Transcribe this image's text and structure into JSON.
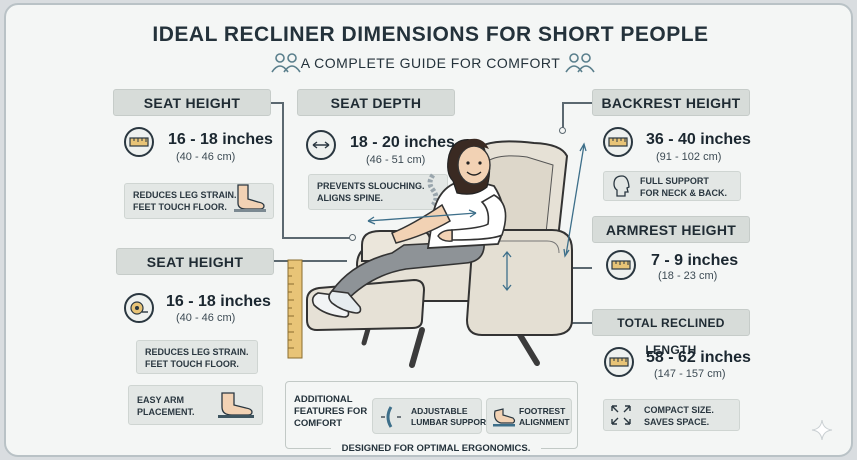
{
  "header": {
    "title": "IDEAL RECLINER DIMENSIONS FOR SHORT PEOPLE",
    "subtitle": "A COMPLETE GUIDE FOR COMFORT"
  },
  "seat_height_top": {
    "label": "SEAT HEIGHT",
    "inches": "16 - 18 inches",
    "cm": "(40 - 46 cm)",
    "note_line1": "REDUCES LEG STRAIN.",
    "note_line2": "FEET TOUCH FLOOR."
  },
  "seat_depth": {
    "label": "SEAT DEPTH",
    "inches": "18 - 20 inches",
    "cm": "(46 - 51 cm)",
    "note_line1": "PREVENTS SLOUCHING.",
    "note_line2": "ALIGNS SPINE."
  },
  "backrest_height": {
    "label": "BACKREST HEIGHT",
    "inches": "36 - 40 inches",
    "cm": "(91 - 102 cm)",
    "note_line1": "FULL SUPPORT",
    "note_line2": "FOR NECK & BACK."
  },
  "armrest_height": {
    "label": "ARMREST HEIGHT",
    "inches": "7 - 9 inches",
    "cm": "(18 - 23 cm)"
  },
  "seat_height_bottom": {
    "label": "SEAT HEIGHT",
    "inches": "16 - 18 inches",
    "cm": "(40 - 46 cm)",
    "note_line1": "REDUCES LEG STRAIN.",
    "note_line2": "FEET TOUCH FLOOR.",
    "arm_note_line1": "EASY ARM",
    "arm_note_line2": "PLACEMENT."
  },
  "total_reclined_length": {
    "label": "TOTAL RECLINED LENGTH",
    "inches": "58 - 62 inches",
    "cm": "(147 - 157 cm)",
    "note_line1": "COMPACT SIZE.",
    "note_line2": "SAVES SPACE."
  },
  "features": {
    "title_line1": "ADDITIONAL",
    "title_line2": "FEATURES FOR",
    "title_line3": "COMFORT",
    "item1_line1": "ADJUSTABLE",
    "item1_line2": "LUMBAR SUPPORT",
    "item2_line1": "FOOTREST",
    "item2_line2": "ALIGNMENT"
  },
  "footer": {
    "text": "DESIGNED FOR OPTIMAL ERGONOMICS."
  },
  "colors": {
    "label_bg": "#d7dcd9",
    "chair": "#e6e1d6",
    "ruler": "#e8c477",
    "shirt": "#ffffff",
    "pants": "#8e9397"
  },
  "icons": [
    "people-icon",
    "ruler-icon",
    "tape-measure-icon",
    "foot-icon",
    "spine-icon",
    "neck-icon",
    "compact-icon",
    "sparkle-icon"
  ]
}
